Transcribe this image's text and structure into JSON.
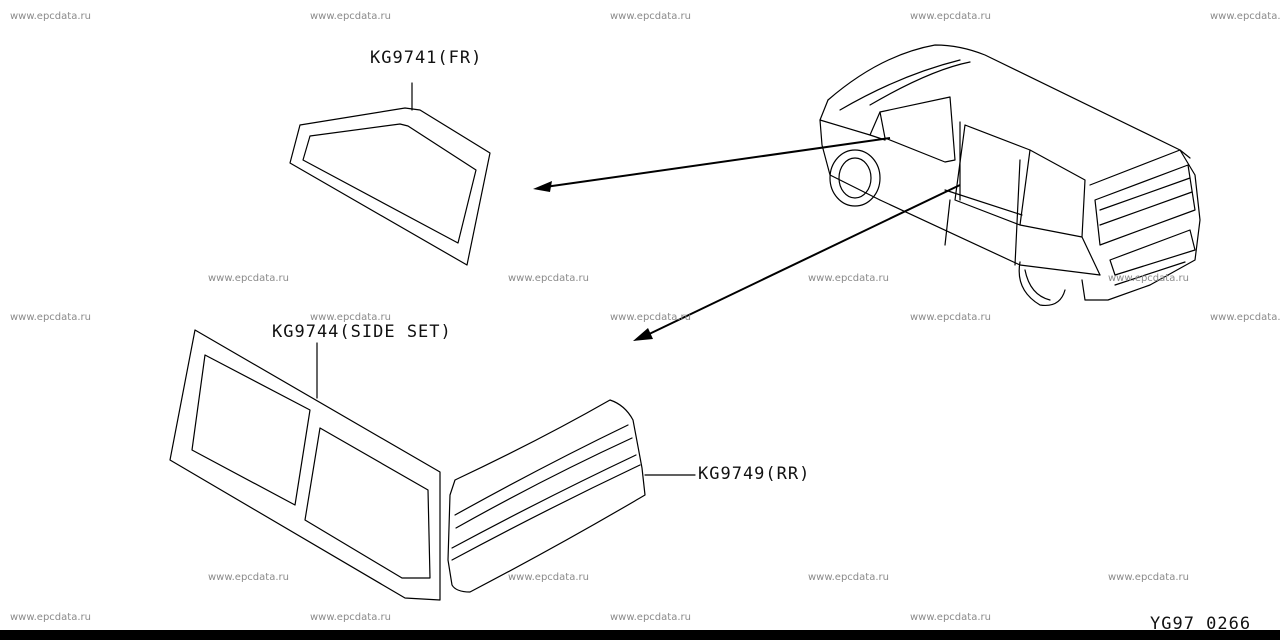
{
  "parts": {
    "front": {
      "label": "KG9741(FR)"
    },
    "side": {
      "label": "KG9744(SIDE SET)"
    },
    "rear": {
      "label": "KG9749(RR)"
    }
  },
  "diagram_code": "YG97 0266",
  "watermark": "www.epcdata.ru",
  "colors": {
    "line": "#000000",
    "watermark": "#8a8a8a"
  }
}
